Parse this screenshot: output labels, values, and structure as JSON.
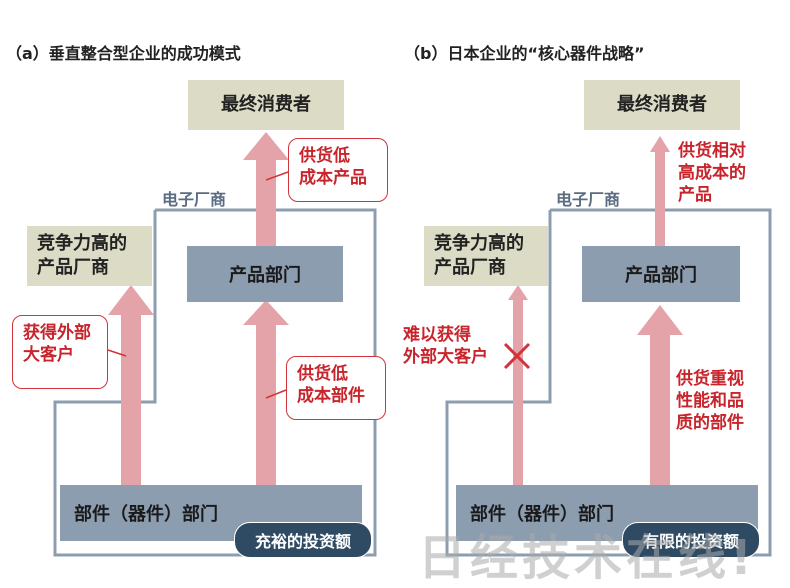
{
  "left": {
    "caption": "（a）垂直整合型企业的成功模式",
    "consumer": "最终消费者",
    "competitor": "竞争力高的\n产品厂商",
    "product_dept": "产品部门",
    "parts_dept": "部件（器件）部门",
    "maker_label": "电子厂商",
    "callout_top": "供货低\n成本产品",
    "callout_left": "获得外部\n大客户",
    "callout_right": "供货低\n成本部件",
    "investment": "充裕的投资额"
  },
  "right": {
    "caption": "（b）日本企业的“核心器件战略”",
    "consumer": "最终消费者",
    "competitor": "竞争力高的\n产品厂商",
    "product_dept": "产品部门",
    "parts_dept": "部件（器件）部门",
    "maker_label": "电子厂商",
    "text_top": "供货相对\n高成本的\n产品",
    "text_left": "难以获得\n外部大客户",
    "text_right": "供货重视\n性能和品\n质的部件",
    "investment": "有限的投资额"
  },
  "watermark": "日经技术在线!",
  "colors": {
    "arrow": "#e3a3a8",
    "outline": "#8c9db0",
    "accent_red": "#c8242b",
    "pill": "#2f4b63"
  }
}
